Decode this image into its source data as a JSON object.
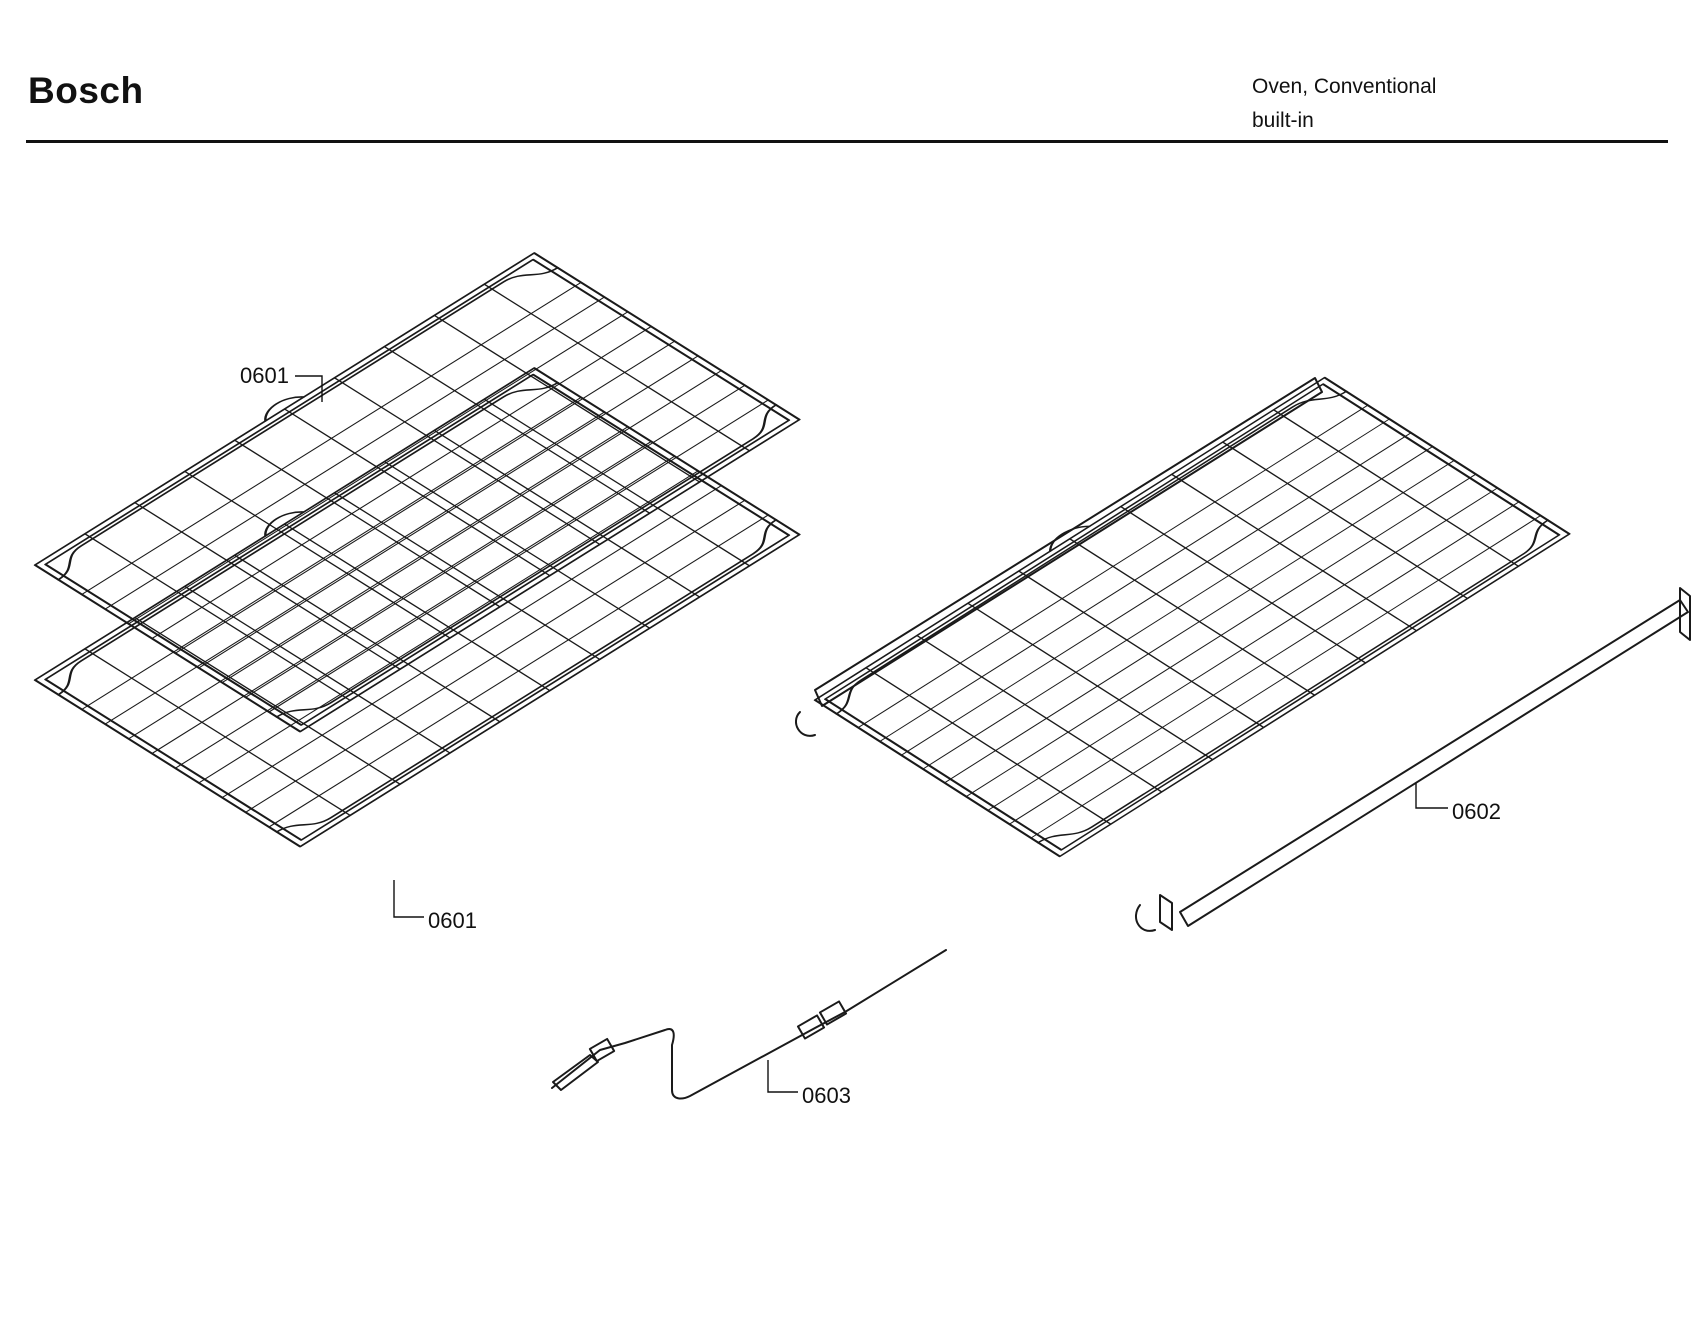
{
  "header": {
    "brand": "Bosch",
    "product_line1": "Oven, Conventional",
    "product_line2": "built-in"
  },
  "callouts": {
    "rack_upper": "0601",
    "rack_lower": "0601",
    "telescopic_rack": "0602",
    "meat_probe": "0603"
  }
}
